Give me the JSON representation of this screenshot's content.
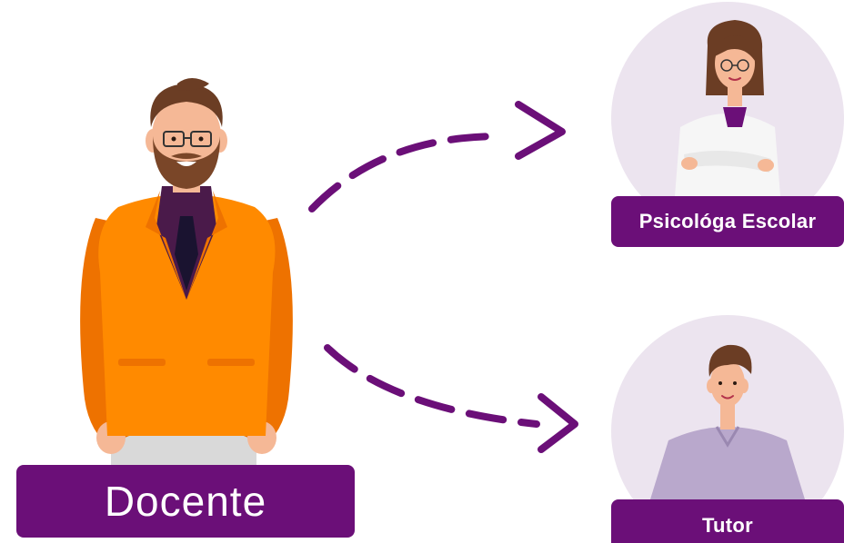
{
  "colors": {
    "accent_purple": "#6b0f78",
    "circle_bg": "#ece4ef",
    "jacket": "#ff8a00",
    "jacket_dark": "#ee7200",
    "shirt": "#4a1a4a",
    "tie": "#1a1330",
    "pants": "#d9d9d9",
    "skin": "#f5b896",
    "hair_brown": "#6b3d24",
    "beard": "#7a4628",
    "coat_white": "#f6f6f6",
    "scrub": "#b9a8cc"
  },
  "main_figure": {
    "label": "Docente",
    "icon": "teacher-man-orange-jacket-icon"
  },
  "targets": [
    {
      "label": "Psicológa Escolar",
      "icon": "school-psychologist-woman-icon"
    },
    {
      "label": "Tutor",
      "icon": "tutor-man-icon"
    }
  ],
  "connections": [
    {
      "from": "Docente",
      "to": "Psicológa Escolar",
      "style": "dashed-arrow"
    },
    {
      "from": "Docente",
      "to": "Tutor",
      "style": "dashed-arrow"
    }
  ]
}
